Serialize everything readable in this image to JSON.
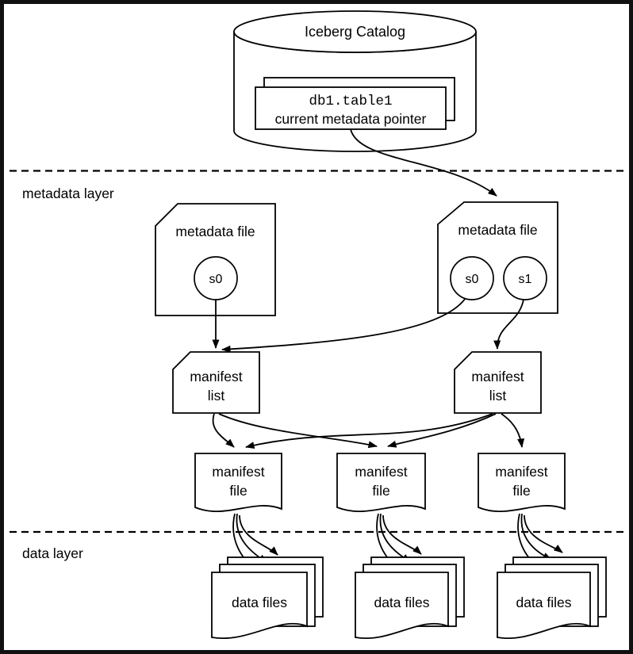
{
  "colors": {
    "ink": "#000000",
    "paper": "#ffffff",
    "frame_border": "#111111"
  },
  "catalog": {
    "title": "Iceberg Catalog",
    "pointer_primary": "db1.table1",
    "pointer_secondary": "current metadata pointer"
  },
  "layers": {
    "metadata": {
      "label": "metadata layer"
    },
    "data": {
      "label": "data layer"
    }
  },
  "metadata_files": [
    {
      "label": "metadata file",
      "snapshots": [
        {
          "id": "s0"
        }
      ]
    },
    {
      "label": "metadata file",
      "snapshots": [
        {
          "id": "s0"
        },
        {
          "id": "s1"
        }
      ]
    }
  ],
  "manifest_lists": [
    {
      "line1": "manifest",
      "line2": "list"
    },
    {
      "line1": "manifest",
      "line2": "list"
    }
  ],
  "manifest_files": [
    {
      "line1": "manifest",
      "line2": "file"
    },
    {
      "line1": "manifest",
      "line2": "file"
    },
    {
      "line1": "manifest",
      "line2": "file"
    }
  ],
  "data_file_groups": [
    {
      "label": "data files"
    },
    {
      "label": "data files"
    },
    {
      "label": "data files"
    }
  ]
}
